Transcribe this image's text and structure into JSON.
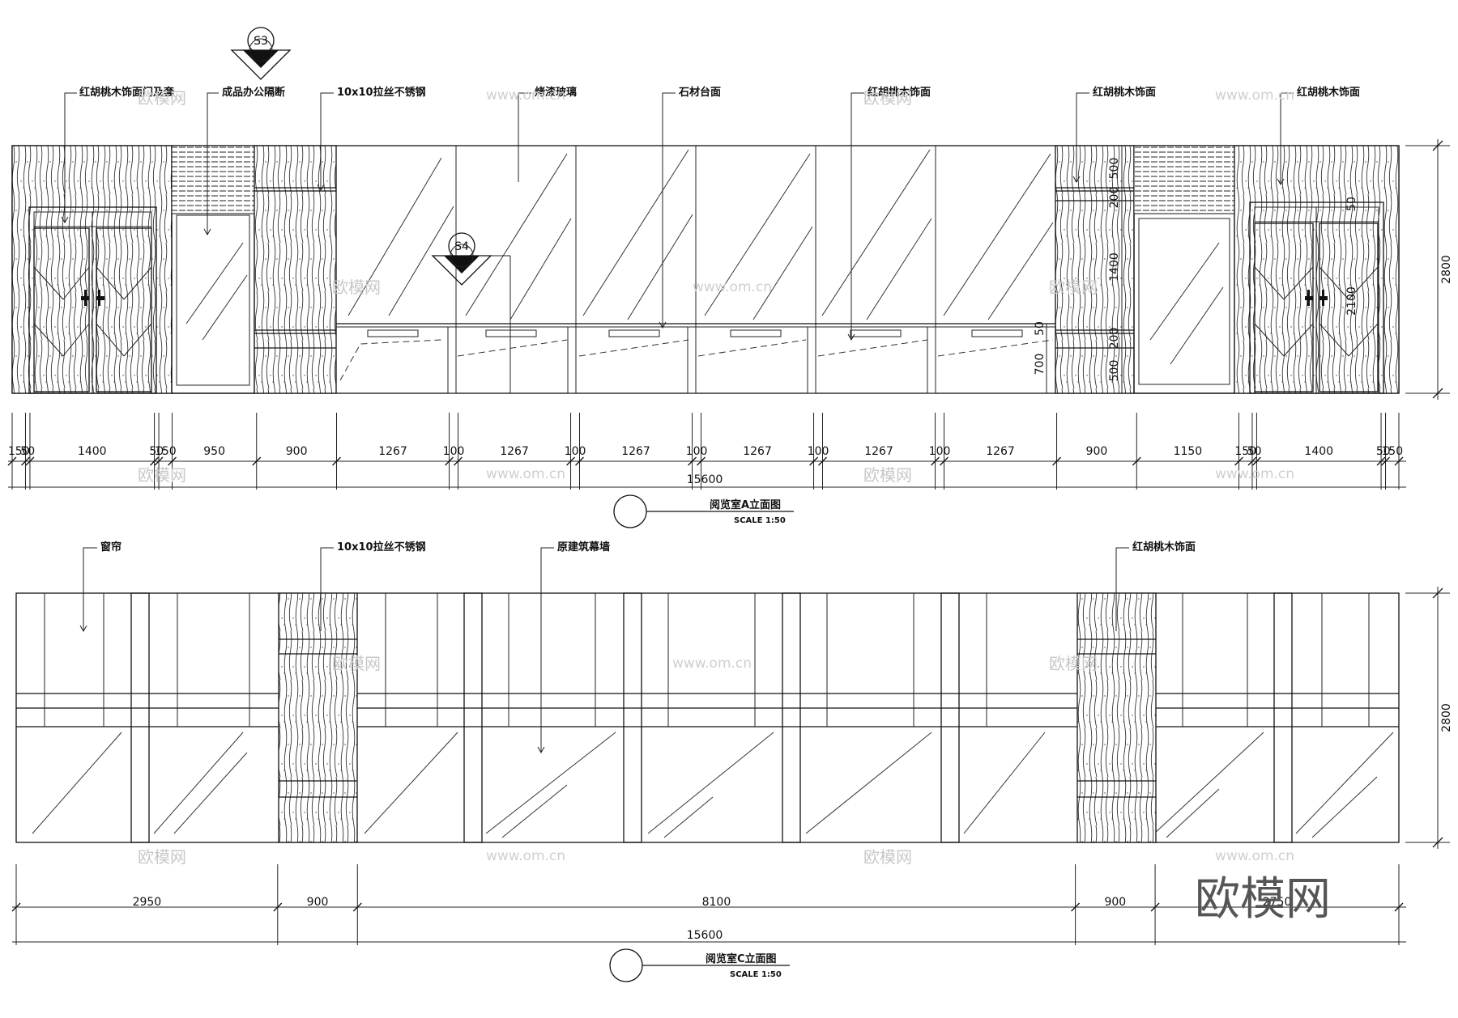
{
  "elevation_a": {
    "title": "阅览室A立面图",
    "scale": "SCALE 1:50",
    "section_marks": [
      "S3",
      "S4"
    ],
    "labels": [
      "红胡桃木饰面门及套",
      "成品办公隔断",
      "10x10拉丝不锈钢",
      "烤漆玻璃",
      "石材台面",
      "红胡桃木饰面",
      "红胡桃木饰面",
      "红胡桃木饰面"
    ],
    "dims": [
      "150",
      "50",
      "1400",
      "50",
      "150",
      "950",
      "900",
      "1267",
      "100",
      "1267",
      "100",
      "1267",
      "100",
      "1267",
      "100",
      "1267",
      "100",
      "1267",
      "900",
      "1150",
      "150",
      "50",
      "1400",
      "50",
      "150"
    ],
    "total": "15600",
    "height": "2800",
    "right_vertical_dims": [
      "500",
      "200",
      "1400",
      "200",
      "500"
    ],
    "counter_dims": [
      "50",
      "700"
    ],
    "door_dims": [
      "50",
      "2100"
    ]
  },
  "elevation_c": {
    "title": "阅览室C立面图",
    "scale": "SCALE 1:50",
    "labels": [
      "窗帘",
      "10x10拉丝不锈钢",
      "原建筑幕墙",
      "红胡桃木饰面"
    ],
    "dims": [
      "2950",
      "900",
      "8100",
      "900",
      "2750"
    ],
    "total": "15600",
    "height": "2800"
  },
  "watermarks": [
    "欧模网",
    "www.om.cn"
  ],
  "brand_watermark": "欧模网"
}
